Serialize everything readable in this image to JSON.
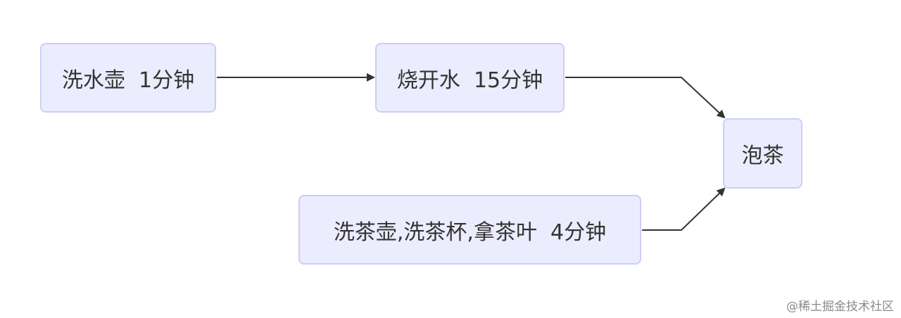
{
  "diagram": {
    "nodes": {
      "wash_kettle": "洗水壶  1分钟",
      "boil_water": "烧开水  15分钟",
      "make_tea": "泡茶",
      "wash_set": "洗茶壶,洗茶杯,拿茶叶  4分钟"
    },
    "edges": [
      {
        "from": "wash_kettle",
        "to": "boil_water"
      },
      {
        "from": "boil_water",
        "to": "make_tea"
      },
      {
        "from": "wash_set",
        "to": "make_tea"
      }
    ],
    "colors": {
      "node_fill": "#ececff",
      "node_border": "#cfcdf5",
      "edge": "#333333",
      "text": "#333333"
    }
  },
  "watermark": "@稀土掘金技术社区"
}
